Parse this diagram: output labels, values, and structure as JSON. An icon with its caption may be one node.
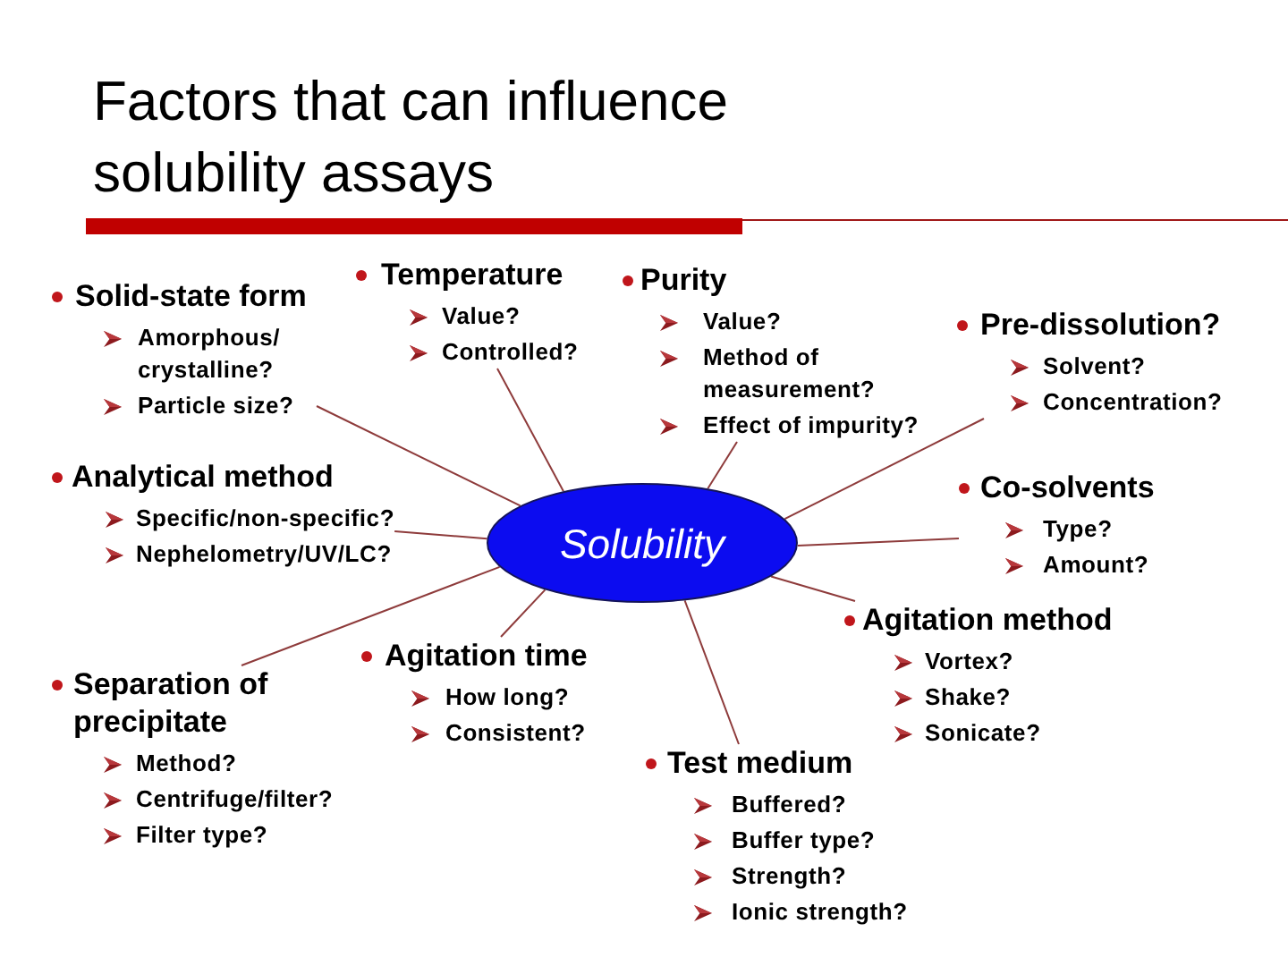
{
  "diagram": {
    "title": "Factors that can influence solubility assays",
    "nodes": [
      {
        "text": [
          "Solid-state form",
          "Amorphous/ crystalline?",
          "Particle size?"
        ]
      },
      {
        "text": [
          "Temperature",
          "Value?",
          "Controlled?"
        ]
      },
      {
        "text": [
          "Purity",
          "Value?",
          "Method of measurement?",
          "Effect of impurity?"
        ]
      },
      {
        "text": [
          "Pre-dissolution?",
          "Solvent?",
          "Concentration?"
        ]
      },
      {
        "text": [
          "Analytical method",
          "Specific/non-specific?",
          "Nephelometry/UV/LC?"
        ]
      },
      {
        "text": [
          "Solubility"
        ]
      },
      {
        "text": [
          "Co-solvents",
          "Type?",
          "Amount?"
        ]
      },
      {
        "text": [
          "Separation of precipitate",
          "Method?",
          "Centrifuge/filter?",
          "Filter type?"
        ]
      },
      {
        "text": [
          "Agitation time",
          "How long?",
          "Consistent?"
        ]
      },
      {
        "text": [
          "Agitation method",
          "Vortex?",
          "Shake?",
          "Sonicate?"
        ]
      },
      {
        "text": [
          "Test medium",
          "Buffered?",
          "Buffer type?",
          "Strength?",
          "Ionic strength?"
        ]
      }
    ],
    "edges": [
      {
        "from": 5,
        "to": 0,
        "arrow": "none"
      },
      {
        "from": 5,
        "to": 1,
        "arrow": "none"
      },
      {
        "from": 5,
        "to": 2,
        "arrow": "none"
      },
      {
        "from": 5,
        "to": 3,
        "arrow": "none"
      },
      {
        "from": 5,
        "to": 4,
        "arrow": "none"
      },
      {
        "from": 5,
        "to": 6,
        "arrow": "none"
      },
      {
        "from": 5,
        "to": 7,
        "arrow": "none"
      },
      {
        "from": 5,
        "to": 8,
        "arrow": "none"
      },
      {
        "from": 5,
        "to": 9,
        "arrow": "none"
      },
      {
        "from": 5,
        "to": 10,
        "arrow": "none"
      }
    ]
  }
}
